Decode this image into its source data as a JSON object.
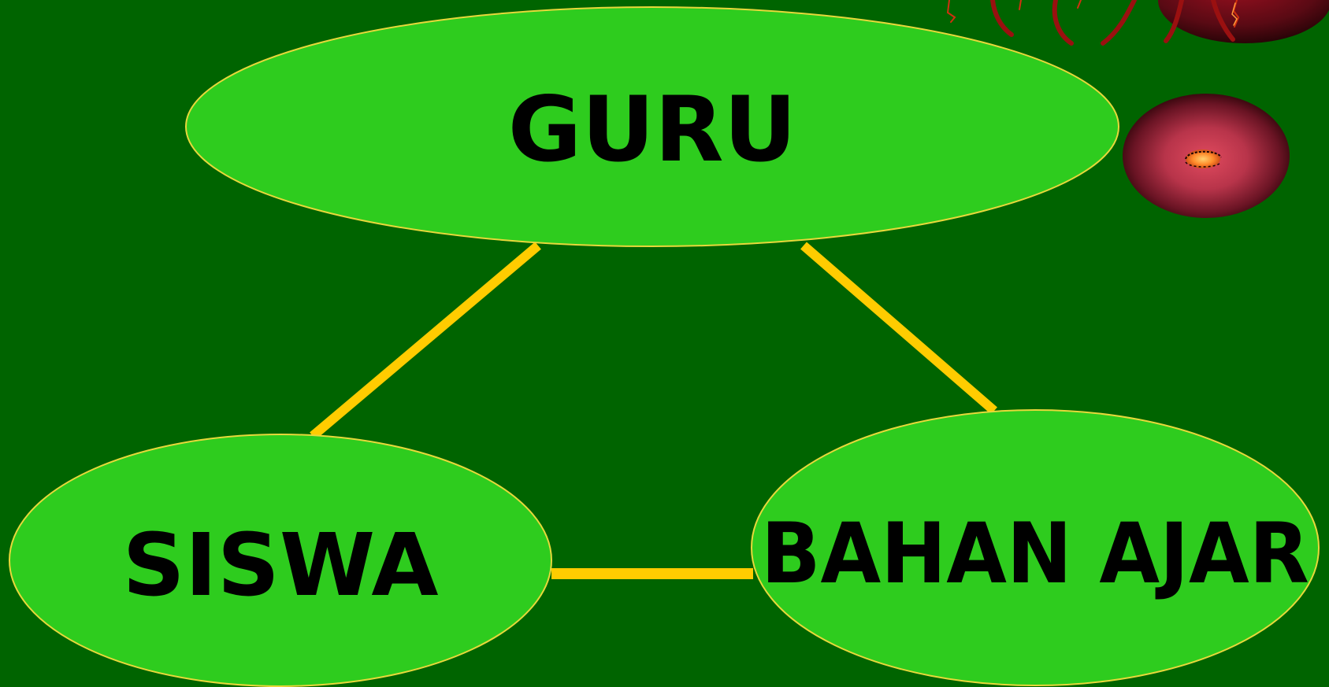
{
  "colors": {
    "background": "#006400",
    "node_fill": "#2ECC1E",
    "node_stroke": "#E8D83A",
    "connector": "#FFCC00",
    "label": "#000000",
    "ornament_dark": "#5A0A14",
    "ornament_mid": "#C0304A",
    "ornament_glow": "#FF8A2A",
    "ornament_red": "#B01010"
  },
  "nodes": {
    "guru": {
      "label": "GURU"
    },
    "siswa": {
      "label": "SISWA"
    },
    "bahan_ajar": {
      "label": "BAHAN AJAR"
    }
  },
  "decorations": {
    "top_right": "red-lantern-ornament",
    "right": "red-glowing-orb"
  }
}
